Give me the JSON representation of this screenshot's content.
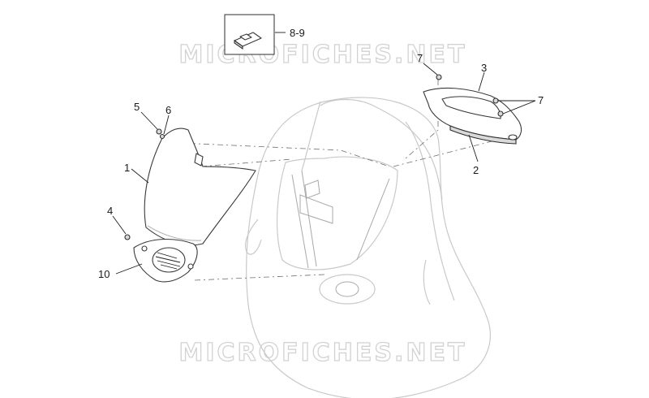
{
  "watermark": {
    "top": "MICROFICHES.NET",
    "bottom": "MICROFICHES.NET"
  },
  "callouts": {
    "c1": "1",
    "c2": "2",
    "c3": "3",
    "c4": "4",
    "c5": "5",
    "c6": "6",
    "c7a": "7",
    "c7b": "7",
    "c89": "8-9",
    "c10": "10"
  },
  "colors": {
    "line": "#3a3a3a",
    "ghost": "#c9c9c9",
    "watermark_outline": "#d2d2d2"
  }
}
